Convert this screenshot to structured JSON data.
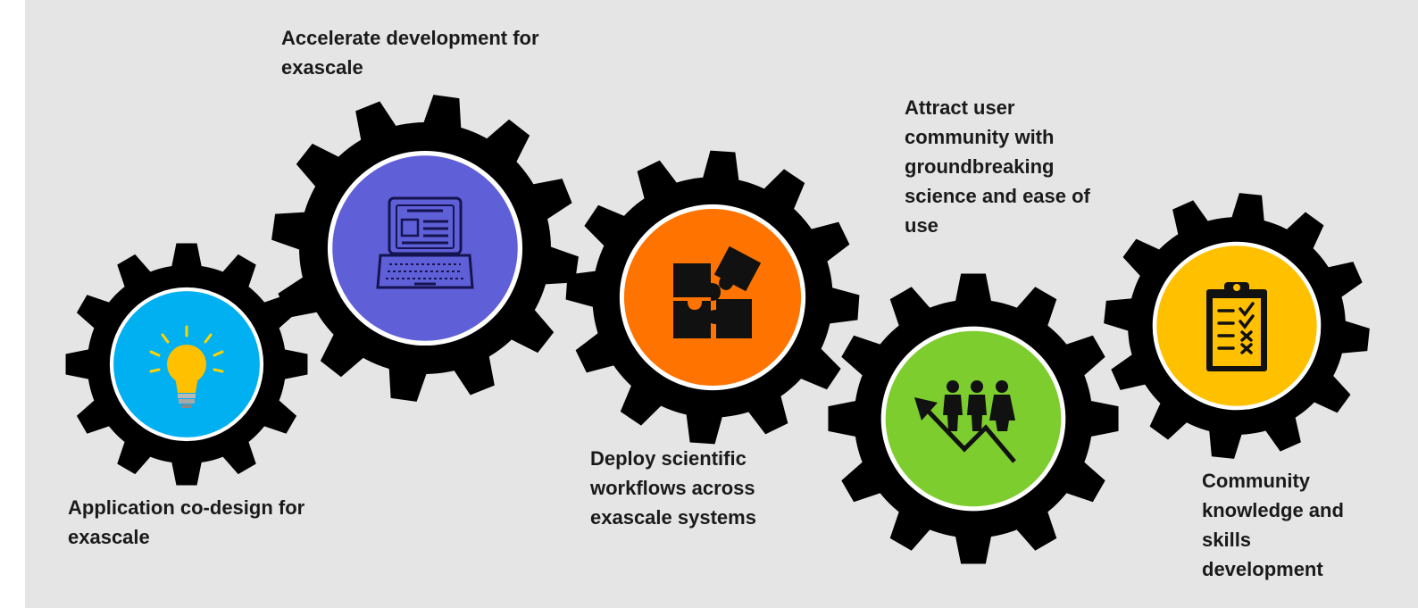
{
  "gears": [
    {
      "id": "gear-1",
      "label": "Application co-design for\nexascale",
      "color": "#00b0f0",
      "icon": "light-bulb-icon"
    },
    {
      "id": "gear-2",
      "label": "Accelerate development for\nexascale",
      "color": "#5f5fd8",
      "icon": "laptop-icon"
    },
    {
      "id": "gear-3",
      "label": "Deploy scientific\nworkflows across\nexascale systems",
      "color": "#ff7400",
      "icon": "puzzle-icon"
    },
    {
      "id": "gear-4",
      "label": "Attract user\ncommunity with\ngroundbreaking\nscience and ease of\nuse",
      "color": "#7dcd2f",
      "icon": "growth-people-icon"
    },
    {
      "id": "gear-5",
      "label": "Community\nknowledge and\nskills\ndevelopment",
      "color": "#ffc000",
      "icon": "clipboard-checklist-icon"
    }
  ]
}
